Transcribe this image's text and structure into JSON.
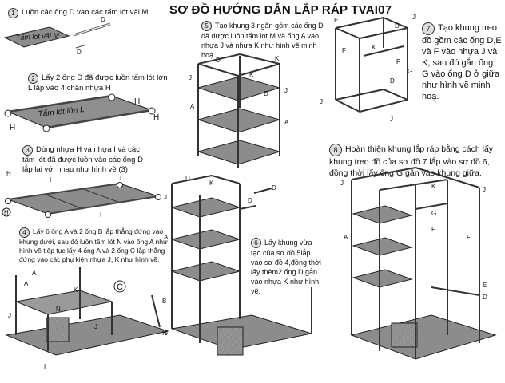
{
  "title": "SƠ ĐỒ HƯỚNG DẪN LẮP RÁP TVAI07",
  "steps": [
    {
      "num": "1",
      "text": "Luồn các ống D vào các tấm lót vải M"
    },
    {
      "num": "2",
      "text": "Lấy 2 ống D đã được luồn tấm lót lớn L lắp vào 4 chân nhựa H"
    },
    {
      "num": "3",
      "text": "Dùng nhựa H và nhựa I và các tấm lót đã được luồn vào các ống D lắp lại với nhau như hình vẽ (3)"
    },
    {
      "num": "4",
      "text": "Lấy 6 ống A và 2 ống B lắp thẳng đứng vào khung dưới, sau đó luồn tấm lót N vào ống A như hình vẽ tiếp tục lấy 4 ống A và 2 ống C lắp thẳng đứng vào các phụ kiện nhựa J, K như hình vẽ."
    },
    {
      "num": "5",
      "text": "Tạo khung 3 ngăn gồm các ống D đã được luồn tấm lót M và ống A vào nhựa J và nhựa K như hình vẽ minh hoạ."
    },
    {
      "num": "6",
      "text": "Lấy khung vừa tạo của sơ đồ 5lắp vào sơ đồ 4,đồng thời lấy thêm2 ống D gắn vào nhựa K như hình vẽ."
    },
    {
      "num": "7",
      "text": "Tạo khung treo đồ gồm các ống D,E và F vào nhựa J và K, sau đó gắn ống G vào ống D ở giữa như hình vẽ minh hoạ."
    },
    {
      "num": "8",
      "text": "Hoàn thiện khung lắp ráp bằng cách lấy khung treo đồ của sơ đồ 7 lắp vào sơ đồ 6, đồng thời lấy ống G gắn vào khung giữa."
    }
  ],
  "part_labels": {
    "sheet_m": "Tấm lót vải M",
    "sheet_l": "Tấm lót lớn L",
    "D": "D",
    "H": "H",
    "I": "I",
    "N": "N",
    "A": "A",
    "B": "B",
    "C": "C",
    "J": "J",
    "K": "K",
    "E": "E",
    "F": "F",
    "G": "G"
  }
}
